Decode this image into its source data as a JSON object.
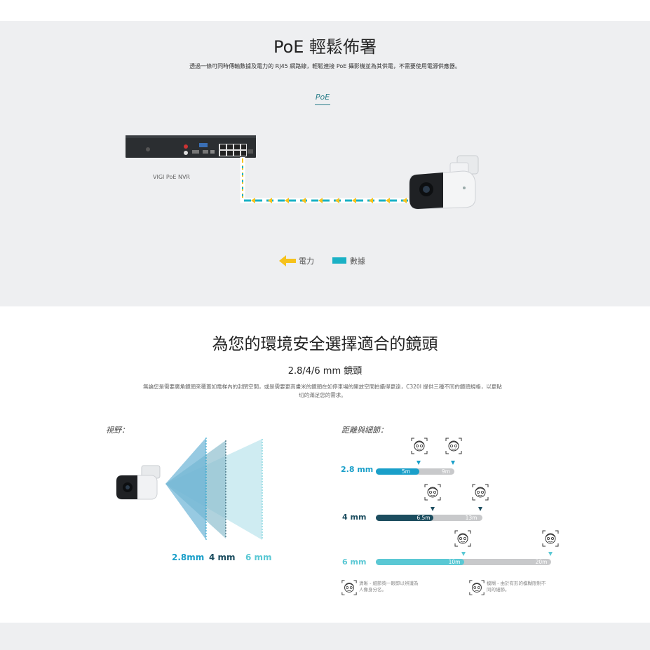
{
  "poe": {
    "title": "PoE 輕鬆佈署",
    "subtitle": "透過一條可同時傳輸數據及電力的 RJ45 網路線，輕鬆連接 PoE 攝影機並為其供電，不需要使用電源供應器。",
    "tab": "PoE",
    "nvr_label": "VIGI PoE NVR",
    "legend": [
      {
        "name": "power-legend",
        "label": "電力",
        "color": "#f6c21c"
      },
      {
        "name": "data-legend",
        "label": "數據",
        "color": "#1ab1c5"
      }
    ]
  },
  "lens": {
    "title": "為您的環境安全選擇適合的鏡頭",
    "heading": "2.8/4/6 mm 鏡頭",
    "description_line1": "無論您是需要廣角鏡頭來覆蓋如電梯內的封閉空間，或是需要更高畫米的鏡頭在如停車場的開放空間拍攝得更遠，C320I 提供三種不同的鏡頭規格，以更貼",
    "description_line2": "切的滿足您的需求。",
    "fov_label": "視野：",
    "distance_label": "距離與細節：",
    "fov_lenses": [
      {
        "label": "2.8mm",
        "color": "#1a9fc9"
      },
      {
        "label": "4 mm",
        "color": "#1c4d5f"
      },
      {
        "label": "6 mm",
        "color": "#5ac8d4"
      }
    ],
    "distance_rows": [
      {
        "lens": "2.8 mm",
        "color": "#1a9fc9",
        "near": "5m",
        "far": "9m"
      },
      {
        "lens": "4 mm",
        "color": "#1c4d5f",
        "near": "6.5m",
        "far": "13m"
      },
      {
        "lens": "6 mm",
        "color": "#5ac8d4",
        "near": "10m",
        "far": "20m"
      }
    ],
    "notes": [
      {
        "text1": "清晰 - 細節夠一眼即以辨識為",
        "text2": "人像身分名。"
      },
      {
        "text1": "模糊 - 由於有形的模糊限制不",
        "text2": "同的細節。"
      }
    ]
  }
}
